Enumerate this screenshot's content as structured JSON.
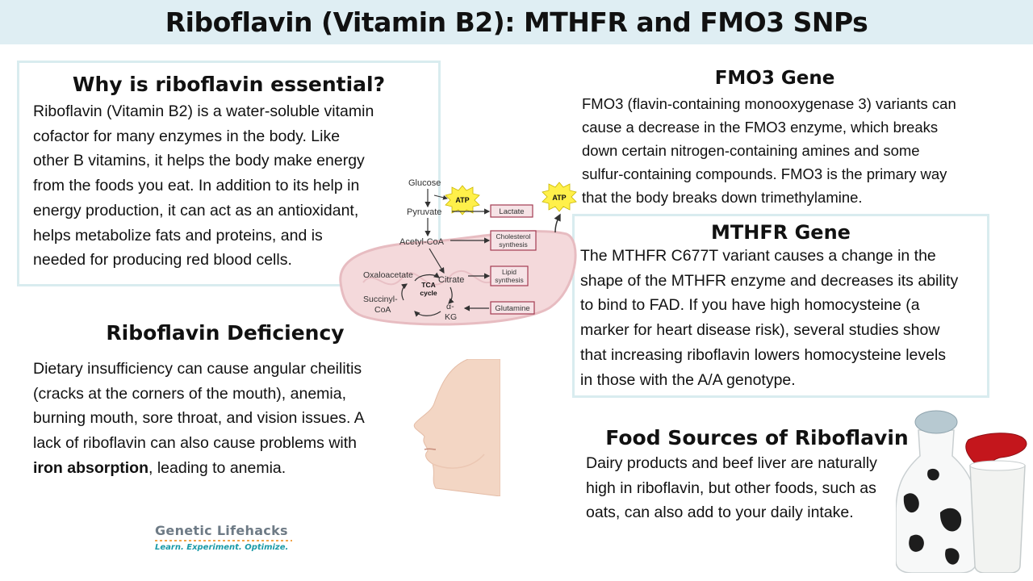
{
  "title": "Riboflavin (Vitamin B2): MTHFR and FMO3 SNPs",
  "why": {
    "heading": "Why is riboflavin essential?",
    "lines": [
      "Riboflavin (Vitamin B2) is a water-soluble vitamin",
      "cofactor for many enzymes in the body. Like",
      "other B vitamins, it helps the body make energy",
      "from the foods you eat. In addition to its help in",
      "energy production, it can act as an antioxidant,",
      "helps metabolize fats and proteins, and is",
      "needed for producing red blood cells."
    ]
  },
  "deficiency": {
    "heading": "Riboflavin Deficiency",
    "lines": [
      "Dietary insufficiency can cause angular cheilitis",
      "(cracks at the corners of the mouth), anemia,",
      "burning mouth, sore throat, and vision issues. A",
      "lack of riboflavin can also cause problems with"
    ],
    "last_bold": "iron absorption",
    "last_rest": ", leading to anemia."
  },
  "fmo3": {
    "heading": "FMO3 Gene",
    "lines": [
      "FMO3 (flavin-containing monooxygenase 3) variants can",
      "cause a decrease in the FMO3 enzyme, which breaks",
      "down certain nitrogen-containing amines and some",
      "sulfur-containing compounds. FMO3 is the primary way",
      "that the body breaks down trimethylamine."
    ]
  },
  "mthfr": {
    "heading": "MTHFR Gene",
    "lines": [
      "The MTHFR C677T variant causes a change in the",
      "shape of the MTHFR enzyme and decreases its ability",
      "to bind to FAD. If you have high homocysteine (a",
      "marker for heart disease risk), several studies show",
      "that increasing riboflavin lowers homocysteine levels",
      "in those with the A/A genotype."
    ]
  },
  "food": {
    "heading": "Food Sources of Riboflavin",
    "lines": [
      "Dairy products and beef liver are naturally",
      "high in riboflavin, but other foods, such as",
      "oats, can also add to your daily intake."
    ]
  },
  "diagram": {
    "glucose": "Glucose",
    "pyruvate": "Pyruvate",
    "acetyl_coa": "Acetyl-CoA",
    "oxaloacetate": "Oxaloacetate",
    "citrate": "Citrate",
    "tca": "TCA",
    "cycle": "cycle",
    "succinyl": "Succinyl-",
    "coa": "CoA",
    "alpha": "α-",
    "kg": "KG",
    "atp": "ATP",
    "lactate": "Lactate",
    "cholesterol": "Cholesterol",
    "synthesis": "synthesis",
    "lipid": "Lipid",
    "glutamine": "Glutamine"
  },
  "logo": {
    "name": "Genetic Lifehacks",
    "tagline": "Learn. Experiment. Optimize."
  },
  "colors": {
    "title_bg": "#dfeef3",
    "box_border": "#d9ecef",
    "mito_fill": "#f4d9db",
    "atp_fill": "#fff04a",
    "pathway_box": "#a43b52"
  }
}
